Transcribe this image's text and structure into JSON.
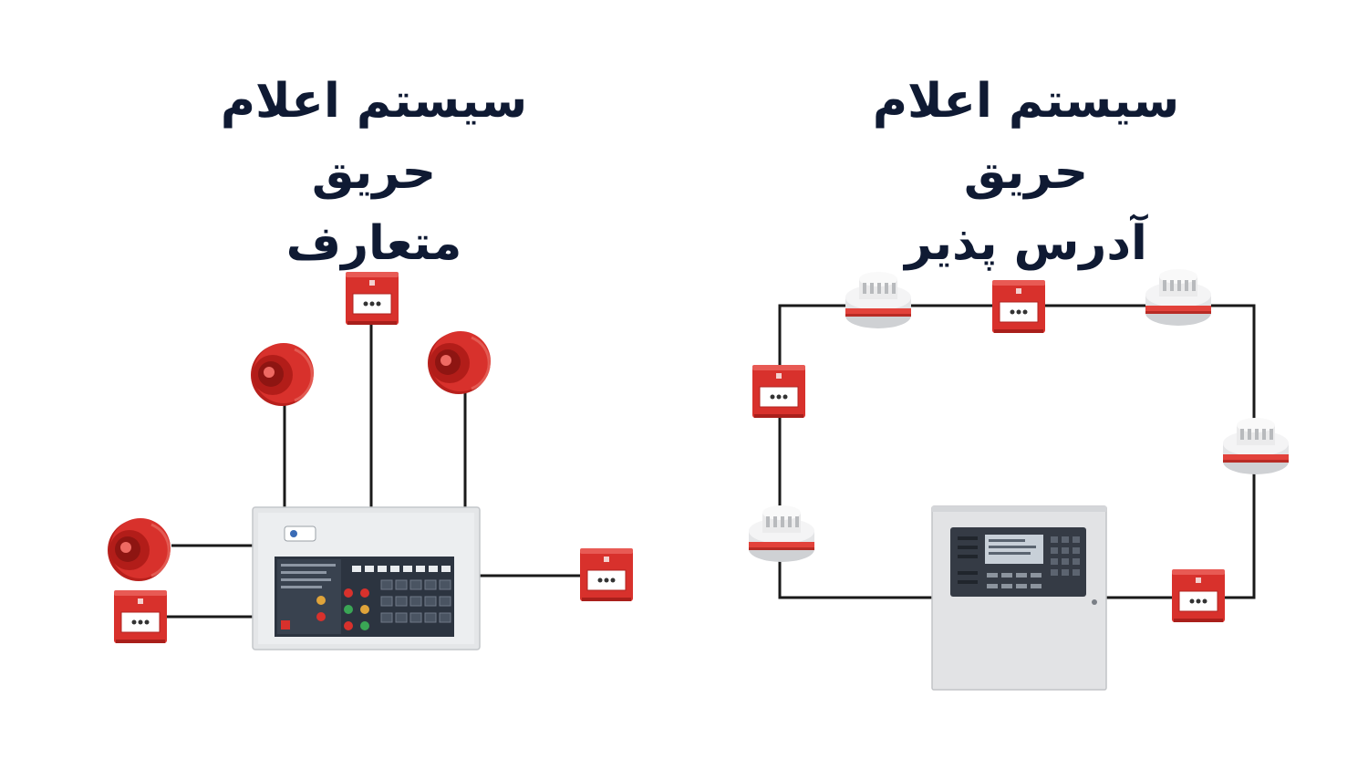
{
  "titles": {
    "conventional": {
      "line1": "سیستم اعلام حریق",
      "line2": "متعارف"
    },
    "addressable": {
      "line1": "سیستم اعلام حریق",
      "line2": "آدرس پذیر"
    }
  },
  "colors": {
    "title": "#0f1a33",
    "wire": "#1a1a1a",
    "device_red": "#d8312c",
    "panel_gray": "#e6e7e9",
    "panel_dark": "#2f3540"
  },
  "icons": {
    "call_point": "manual-call-point-icon",
    "sounder": "alarm-sounder-icon",
    "detector": "smoke-detector-icon",
    "conventional_panel": "conventional-control-panel-icon",
    "addressable_panel": "addressable-control-panel-icon"
  }
}
